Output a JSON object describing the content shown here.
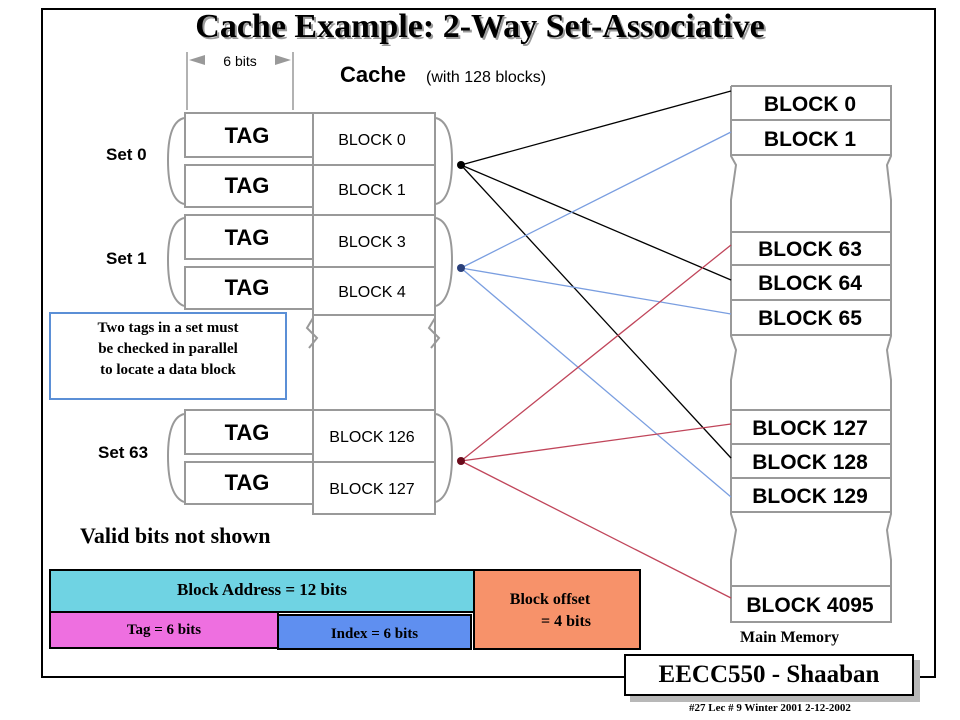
{
  "title": "Cache Example: 2-Way Set-Associative",
  "cache": {
    "heading": "Cache",
    "heading_note": "(with 128 blocks)",
    "tag_width_label": "6 bits",
    "tag_label": "TAG",
    "sets": [
      {
        "label": "Set 0",
        "blocks": [
          "BLOCK 0",
          "BLOCK 1"
        ]
      },
      {
        "label": "Set 1",
        "blocks": [
          "BLOCK 3",
          "BLOCK 4"
        ]
      },
      {
        "label": "Set 63",
        "blocks": [
          "BLOCK 126",
          "BLOCK 127"
        ]
      }
    ]
  },
  "memory": {
    "caption": "Main Memory",
    "blocks": [
      "BLOCK 0",
      "BLOCK 1",
      "BLOCK 63",
      "BLOCK 64",
      "BLOCK 65",
      "BLOCK 127",
      "BLOCK 128",
      "BLOCK 129",
      "BLOCK 4095"
    ]
  },
  "callout": {
    "lines": [
      "Two tags in a set must",
      "be checked in parallel",
      "to locate a data block"
    ]
  },
  "valid_note": "Valid bits not shown",
  "address_fields": {
    "block_address": "Block Address  = 12 bits",
    "tag": "Tag  =  6 bits",
    "index": "Index  =  6 bits",
    "offset_line1": "Block offset",
    "offset_line2": "=  4 bits"
  },
  "colors": {
    "block_address": "#6fd3e3",
    "tag": "#ee6fe0",
    "index": "#5f8ff0",
    "offset": "#f7926a",
    "set0_lines": "#000000",
    "set1_lines": "#7a9ee0",
    "set63_lines": "#c0455a"
  },
  "badge": "EECC550 - Shaaban",
  "footer": "#27   Lec # 9   Winter 2001   2-12-2002"
}
